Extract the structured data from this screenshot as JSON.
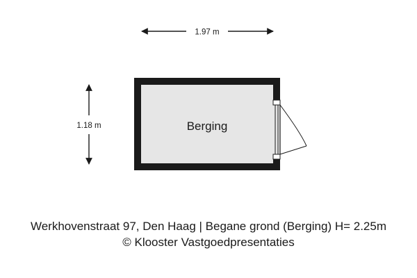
{
  "floorplan": {
    "room": {
      "label": "Berging"
    },
    "dimensions": {
      "width": "1.97 m",
      "height": "1.18 m"
    },
    "colors": {
      "wall": "#1a1a1a",
      "floor": "#e6e6e6",
      "background": "#ffffff"
    }
  },
  "caption": {
    "address_line": "Werkhovenstraat 97, Den Haag | Begane grond (Berging) H= 2.25m",
    "credit_line": "© Klooster Vastgoedpresentaties"
  }
}
